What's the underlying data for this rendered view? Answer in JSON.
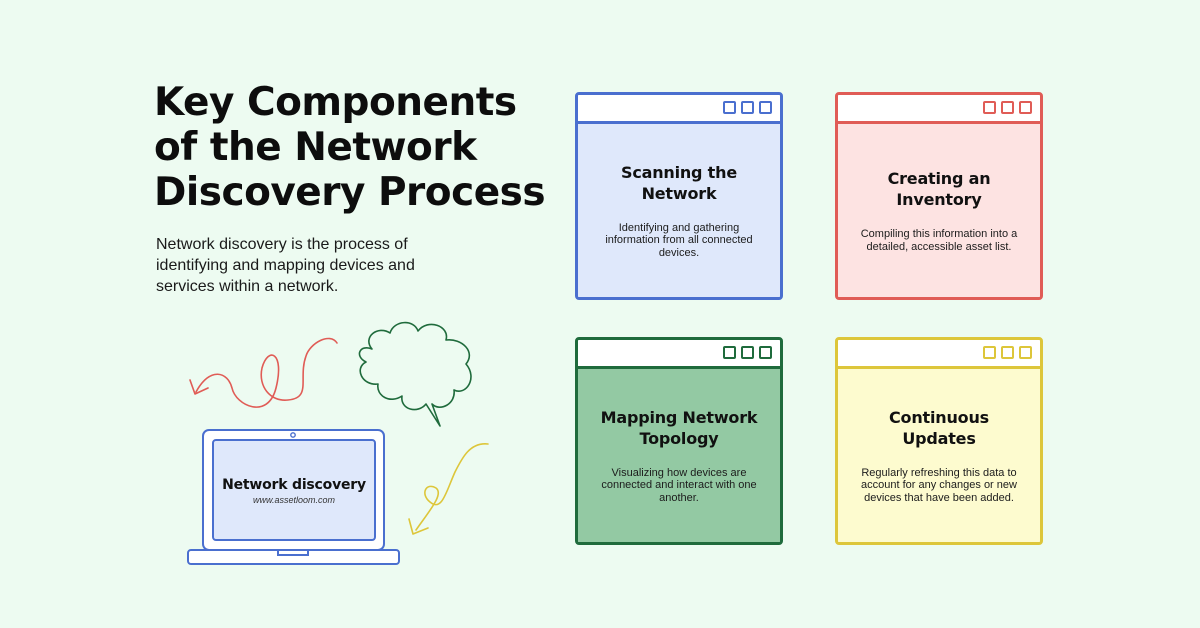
{
  "title_lines": [
    "Key Components",
    "of the Network",
    "Discovery Process"
  ],
  "intro": "Network discovery is the process of identifying and mapping devices and services within a network.",
  "laptop": {
    "title": "Network discovery",
    "url": "www.assetloom.com"
  },
  "cards": [
    {
      "title": "Scanning the Network",
      "description": "Identifying and gathering information from all connected devices.",
      "color": "#4a6fcf",
      "fill": "#dfe8fb"
    },
    {
      "title": "Creating an Inventory",
      "description": "Compiling this information into a detailed, accessible asset list.",
      "color": "#e05c56",
      "fill": "#fde3e2"
    },
    {
      "title": "Mapping Network Topology",
      "description": "Visualizing how devices are connected and interact with one another.",
      "color": "#1f6b3c",
      "fill": "#93c9a3"
    },
    {
      "title": "Continuous Updates",
      "description": "Regularly refreshing this data to account for any changes or new devices that have been added.",
      "color": "#ddc63a",
      "fill": "#fdfbcf"
    }
  ],
  "colors": {
    "background": "#edfbf1",
    "laptop": "#4a6fcf",
    "laptop_screen": "#dfe8fb",
    "doodle_red": "#e05c56",
    "doodle_green": "#1f6b3c",
    "doodle_yellow": "#ddc63a"
  }
}
